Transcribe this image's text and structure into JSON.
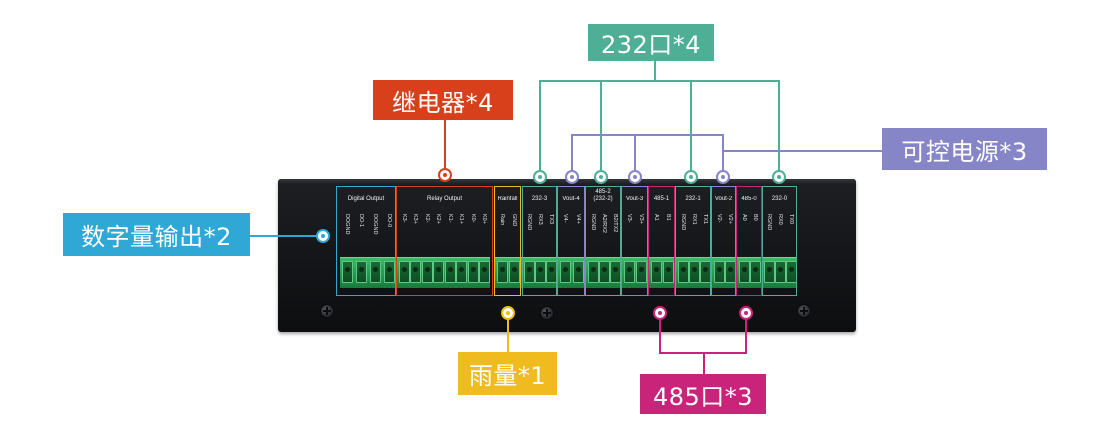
{
  "colors": {
    "teal": "#4faf96",
    "red": "#d8401c",
    "blue": "#2fa8d6",
    "purple": "#8585c8",
    "yellow": "#f0bb1f",
    "magenta": "#c92479"
  },
  "callouts": {
    "rs232": "232口*4",
    "relay": "继电器*4",
    "digital": "数字量输出*2",
    "power": "可控电源*3",
    "rain": "雨量*1",
    "rs485": "485口*3"
  },
  "groups": {
    "digital": "Digital Output",
    "relay": "Relay Output",
    "rainfall": "Rainfall",
    "p232_3": "232-3",
    "vout4": "Vout-4",
    "p485_2": "485-2",
    "p485_2_sub": "(232-2)",
    "vout3": "Vout-3",
    "p485_1": "485-1",
    "p232_1": "232-1",
    "vout2": "Vout-2",
    "p485_0": "485-0",
    "p232_0": "232-0"
  },
  "pins": {
    "digital": [
      "DOGND",
      "DO-1",
      "DOGND",
      "DO-0"
    ],
    "relay": [
      "K3-",
      "K3+",
      "K2-",
      "K2+",
      "K1-",
      "K1+",
      "K0-",
      "K0+"
    ],
    "rainfall": [
      "Rain",
      "GND"
    ],
    "p232_3": [
      "RGND",
      "RX3",
      "TX3"
    ],
    "vout4": [
      "V4-",
      "V4+"
    ],
    "p485_2": [
      "RGND",
      "A2/RX2",
      "B2/TX2"
    ],
    "vout3": [
      "V3-",
      "V3+"
    ],
    "p485_1": [
      "A1",
      "B1"
    ],
    "p232_1": [
      "RGND",
      "RX1",
      "TX1"
    ],
    "vout2": [
      "V2-",
      "V2+"
    ],
    "p485_0": [
      "A0",
      "B0"
    ],
    "p232_0": [
      "RGND",
      "RX0",
      "TX0"
    ]
  }
}
